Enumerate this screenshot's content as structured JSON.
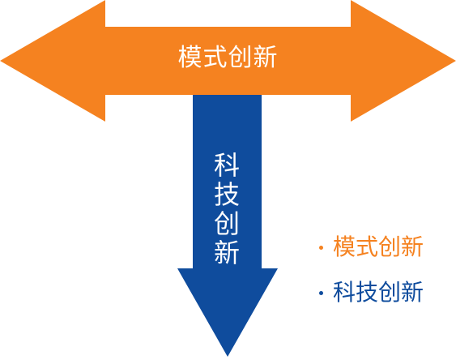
{
  "colors": {
    "orange": "#F58220",
    "blue": "#0F4C9D"
  },
  "diagram": {
    "horizontal_arrow": {
      "label": "模式创新"
    },
    "vertical_arrow": {
      "label": "科技创新"
    }
  },
  "legend": {
    "items": [
      {
        "label": "模式创新",
        "color": "#F58220"
      },
      {
        "label": "科技创新",
        "color": "#0F4C9D"
      }
    ]
  }
}
